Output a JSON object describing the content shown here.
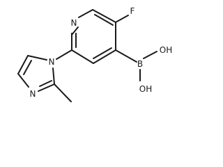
{
  "molecule": {
    "atoms": {
      "fluorine": "F",
      "pyridine_nitrogen": "N",
      "imidazole_n1": "N",
      "imidazole_n3": "N",
      "boron": "B",
      "hydroxyl_top": "OH",
      "hydroxyl_bottom": "OH"
    }
  },
  "colors": {
    "bond": "#1a1a1a",
    "background": "#ffffff"
  }
}
